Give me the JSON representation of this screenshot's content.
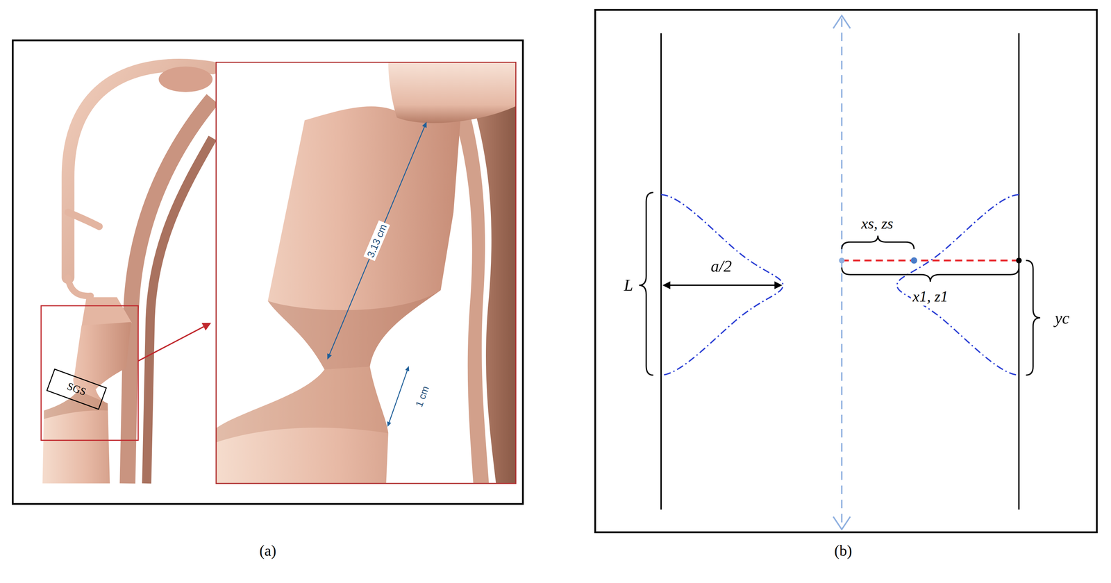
{
  "diagram": {
    "nodes": [
      {
        "text": [
          "SGS"
        ]
      }
    ],
    "labels": [
      "3.13 cm",
      "1 cm",
      "(a)",
      "L",
      "a/2",
      "xs, zs",
      "x1, z1",
      "yc",
      "(b)"
    ]
  }
}
